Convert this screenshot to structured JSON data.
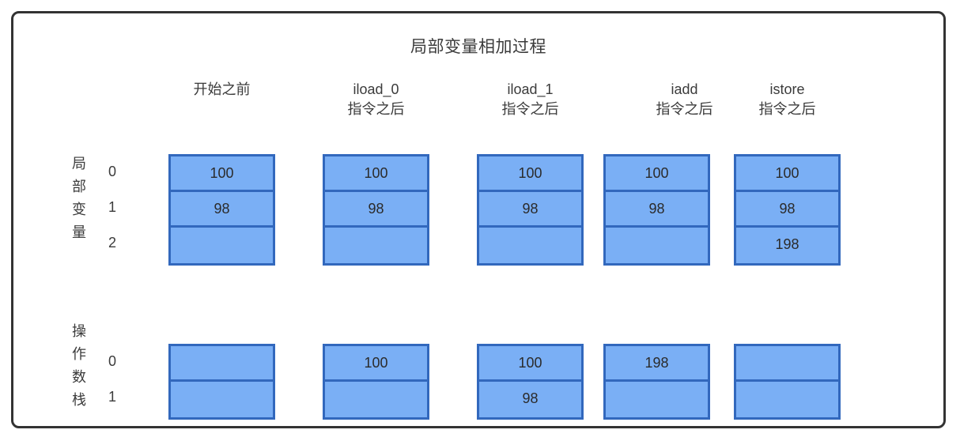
{
  "diagram": {
    "title": "局部变量相加过程",
    "colors": {
      "frame_border": "#333333",
      "cell_fill": "#7aaff5",
      "cell_border": "#3268bd",
      "text": "#333333"
    },
    "columns": [
      {
        "key": "before",
        "line1": "开始之前",
        "line2": ""
      },
      {
        "key": "iload_0",
        "line1": "iload_0",
        "line2": "指令之后"
      },
      {
        "key": "iload_1",
        "line1": "iload_1",
        "line2": "指令之后"
      },
      {
        "key": "iadd",
        "line1": "iadd",
        "line2": "指令之后"
      },
      {
        "key": "istore",
        "line1": "istore",
        "line2": "指令之后"
      }
    ],
    "locals": {
      "group_label": "局部变量",
      "indices": [
        "0",
        "1",
        "2"
      ],
      "values": [
        [
          "100",
          "98",
          ""
        ],
        [
          "100",
          "98",
          ""
        ],
        [
          "100",
          "98",
          ""
        ],
        [
          "100",
          "98",
          ""
        ],
        [
          "100",
          "98",
          "198"
        ]
      ]
    },
    "operand_stack": {
      "group_label": "操作数栈",
      "indices": [
        "0",
        "1"
      ],
      "values": [
        [
          "",
          ""
        ],
        [
          "100",
          ""
        ],
        [
          "100",
          "98"
        ],
        [
          "198",
          ""
        ],
        [
          "",
          ""
        ]
      ]
    }
  }
}
